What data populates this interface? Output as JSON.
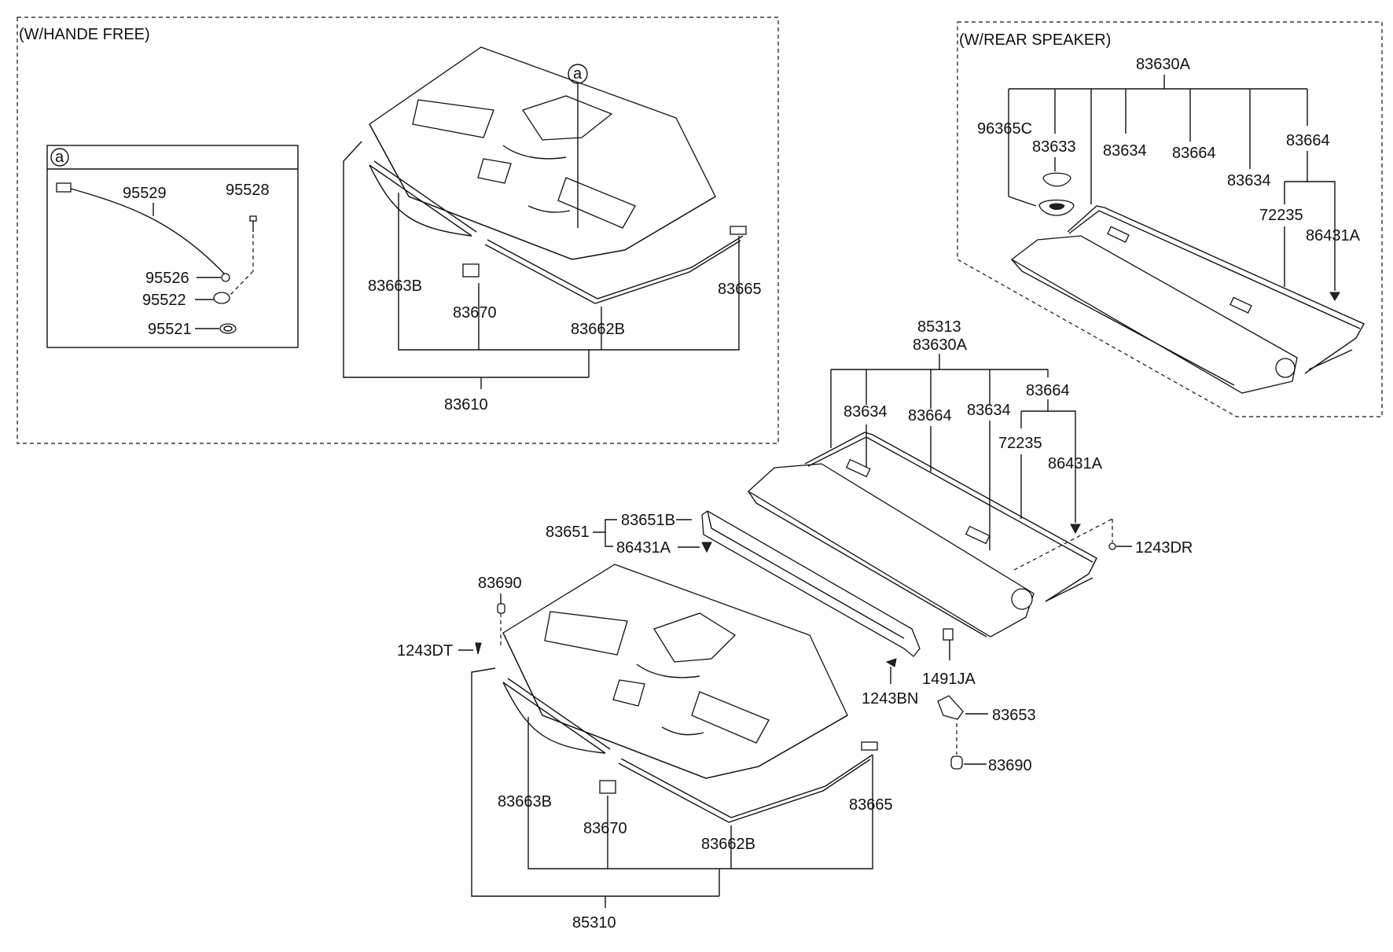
{
  "sections": {
    "hands_free_title": "(W/HANDE FREE)",
    "rear_speaker_title": "(W/REAR SPEAKER)",
    "detail_marker": "a",
    "detail_callout": "a"
  },
  "labels": {
    "p95529": "95529",
    "p95528": "95528",
    "p95526": "95526",
    "p95522": "95522",
    "p95521": "95521",
    "hf_83663B": "83663B",
    "hf_83670": "83670",
    "hf_83662B": "83662B",
    "hf_83665": "83665",
    "hf_83610": "83610",
    "rs_83630A": "83630A",
    "rs_96365C": "96365C",
    "rs_83633": "83633",
    "rs_83634a": "83634",
    "rs_83664a": "83664",
    "rs_83664b": "83664",
    "rs_83634b": "83634",
    "rs_72235": "72235",
    "rs_86431A": "86431A",
    "m_85313": "85313",
    "m_83630A": "83630A",
    "m_83634a": "83634",
    "m_83664a": "83664",
    "m_83634b": "83634",
    "m_83664b": "83664",
    "m_72235": "72235",
    "m_86431A": "86431A",
    "m_83651": "83651",
    "m_83651B": "83651B",
    "m_86431A_b": "86431A",
    "m_1243DR": "1243DR",
    "m_83690a": "83690",
    "m_1243DT": "1243DT",
    "m_1243BN": "1243BN",
    "m_1491JA": "1491JA",
    "m_83653": "83653",
    "m_83690b": "83690",
    "m_83663B": "83663B",
    "m_83665": "83665",
    "m_83670": "83670",
    "m_83662B": "83662B",
    "m_85310": "85310"
  }
}
